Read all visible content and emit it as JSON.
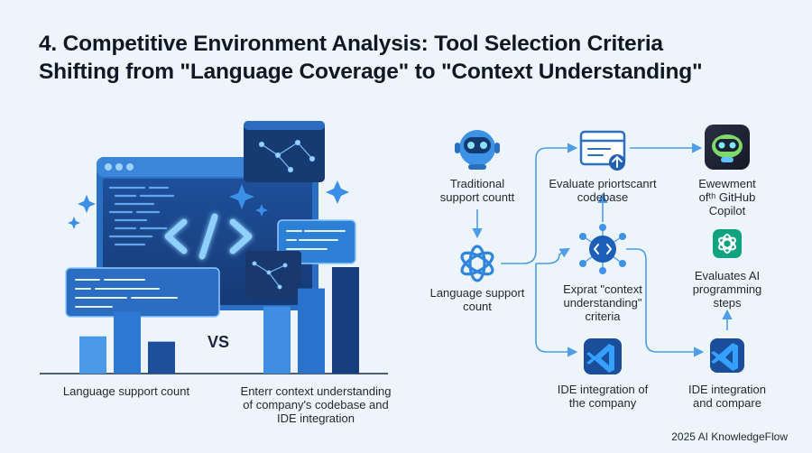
{
  "title": {
    "line1": "4. Competitive Environment Analysis: Tool Selection Criteria",
    "line2": "Shifting from \"Language Coverage\" to \"Context Understanding\""
  },
  "left": {
    "vs": "VS",
    "label_left": "Language support count",
    "label_right_1": "Enterr context understanding",
    "label_right_2": "of company's codebase and",
    "label_right_3": "IDE integration"
  },
  "flow": {
    "traditional_1": "Traditional",
    "traditional_2": "support countt",
    "language_1": "Language support",
    "language_2": "count",
    "evaluate_1": "Evaluate priortscanrt",
    "evaluate_2": "codebase",
    "exprat_1": "Exprat \"context",
    "exprat_2": "understanding\"",
    "exprat_3": "criteria",
    "ide_company_1": "IDE integration of",
    "ide_company_2": "the company",
    "ewewment_1": "Ewewment",
    "ewewment_2": "ofᵗʰ GitHub",
    "ewewment_3": "Copilot",
    "evaluates_1": "Evaluates AI",
    "evaluates_2": "programming",
    "evaluates_3": "steps",
    "ide_compare_1": "IDE integration",
    "ide_compare_2": "and compare"
  },
  "icons": {
    "code_window": "code-brackets-icon",
    "robot": "robot-icon",
    "openai": "openai-knot-icon",
    "vscode": "vscode-icon",
    "upload_doc": "upload-document-icon",
    "context_network": "context-network-icon",
    "copilot": "copilot-icon",
    "chatgpt": "chatgpt-icon"
  },
  "colors": {
    "accent": "#2f8fe0",
    "navy": "#1b3f7c",
    "dark_panel": "#16305f",
    "glow": "#7ec6ff"
  },
  "chart_data": {
    "type": "bar",
    "groups": [
      {
        "name": "Language support count",
        "values": [
          0.35,
          0.58,
          0.3
        ]
      },
      {
        "name": "Enterr context understanding of company's codebase and IDE integration",
        "values": [
          0.63,
          0.8,
          1.0
        ]
      }
    ]
  },
  "footer": "2025 AI KnowledgeFlow"
}
